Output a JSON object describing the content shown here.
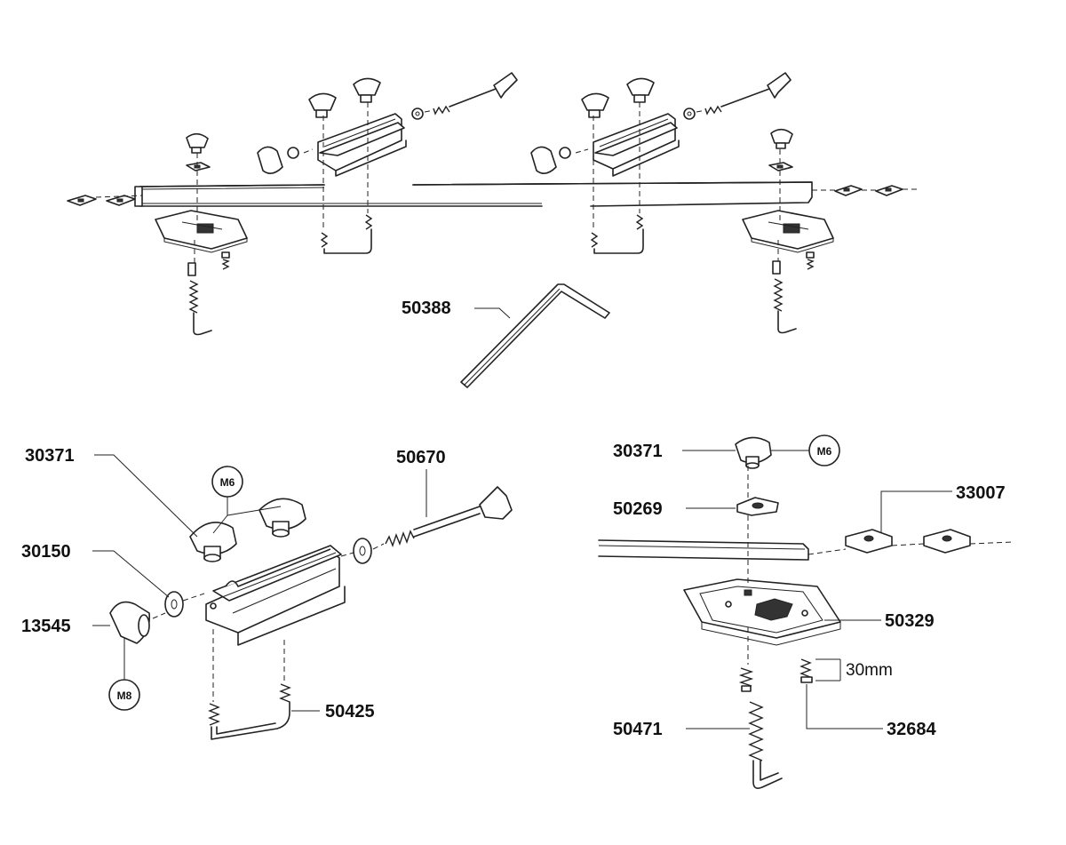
{
  "labels": {
    "hex_key": "50388",
    "knob_top_left": "30371",
    "bolt_left": "50670",
    "washer_left": "30150",
    "knob_side_left": "13545",
    "u_bolt_left": "50425",
    "knob_top_right": "30371",
    "nut_right": "50269",
    "slide_nut_right": "33007",
    "plate_right": "50329",
    "length_note": "30mm",
    "screw_right": "32684",
    "hook_bolt_right": "50471"
  },
  "badges": {
    "m6_top_left": "M6",
    "m8_side_left": "M8",
    "m6_top_right": "M6"
  }
}
